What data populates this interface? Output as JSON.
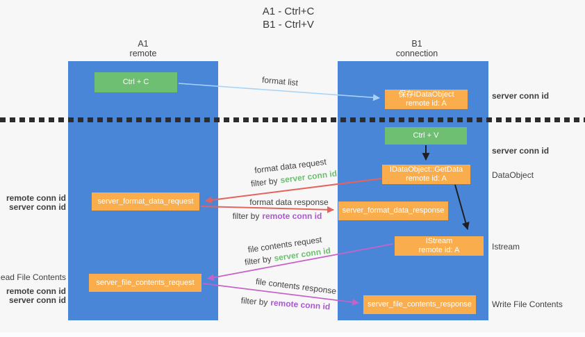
{
  "title": {
    "line1": "A1 - Ctrl+C",
    "line2": "B1 - Ctrl+V"
  },
  "lifelines": {
    "a1": {
      "name": "A1",
      "sub": "remote"
    },
    "b1": {
      "name": "B1",
      "sub": "connection"
    }
  },
  "boxes": {
    "ctrl_c": "Ctrl + C",
    "ctrl_v": "Ctrl + V",
    "save_idataobject": {
      "line1": "保存IDataObject",
      "line2": "remote id: A"
    },
    "getdata": {
      "line1": "IDataObject::GetData",
      "line2": "remote id: A"
    },
    "istream": {
      "line1": "IStream",
      "line2": "remote id: A"
    },
    "server_format_data_request": "server_format_data_request",
    "server_format_data_response": "server_format_data_response",
    "server_file_contents_request": "server_file_contents_request",
    "server_file_contents_response": "server_file_contents_response"
  },
  "arrows": {
    "format_list": {
      "label": "format list"
    },
    "format_data_request": {
      "label": "format data request",
      "filter_prefix": "filter by",
      "filter_key": "server conn id"
    },
    "format_data_response": {
      "label": "format data response",
      "filter_prefix": "filter by",
      "filter_key": "remote conn id"
    },
    "file_contents_request": {
      "label": "file contents request",
      "filter_prefix": "filter by",
      "filter_key": "server conn id"
    },
    "file_contents_response": {
      "label": "file contents response",
      "filter_prefix": "filter by",
      "filter_key": "remote conn id"
    }
  },
  "side_labels": {
    "server_conn_id": "server conn id",
    "remote_conn_id": "remote conn id",
    "data_object": "DataObject",
    "istream": "Istream",
    "read_file_contents": "Read File Contents",
    "write_file_contents": "Write File Contents"
  },
  "colors": {
    "background": "#f7f7f7",
    "lifeline_blue": "#4a86d8",
    "green_box": "#6fbf73",
    "orange_box": "#f9ad4d",
    "arrow_red": "#e7625e",
    "arrow_pink": "#c763c7",
    "arrow_light_blue": "#a8d3f5",
    "arrow_black": "#1f1f1f",
    "text_green": "#6cbf70",
    "text_purple": "#ab57d0",
    "text_gray": "#414141"
  }
}
